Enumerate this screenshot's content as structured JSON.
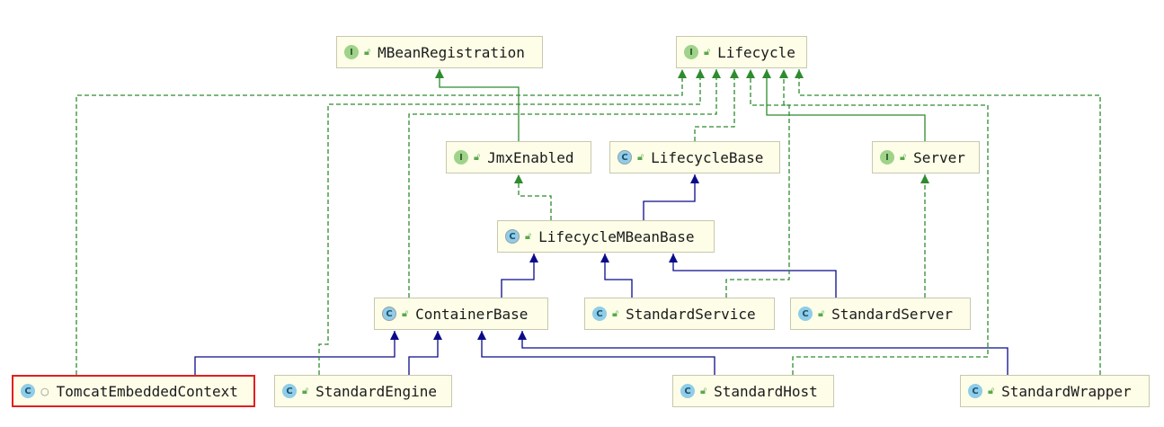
{
  "nodes": [
    {
      "id": "mbean",
      "label": "MBeanRegistration",
      "kind": "interface",
      "kind_letter": "I",
      "visibility": "public"
    },
    {
      "id": "lifecycle",
      "label": "Lifecycle",
      "kind": "interface",
      "kind_letter": "I",
      "visibility": "public"
    },
    {
      "id": "jmx",
      "label": "JmxEnabled",
      "kind": "interface",
      "kind_letter": "I",
      "visibility": "public"
    },
    {
      "id": "lcbase",
      "label": "LifecycleBase",
      "kind": "abstract",
      "kind_letter": "C",
      "visibility": "public"
    },
    {
      "id": "server",
      "label": "Server",
      "kind": "interface",
      "kind_letter": "I",
      "visibility": "public"
    },
    {
      "id": "lcmbean",
      "label": "LifecycleMBeanBase",
      "kind": "abstract",
      "kind_letter": "C",
      "visibility": "public"
    },
    {
      "id": "container",
      "label": "ContainerBase",
      "kind": "abstract",
      "kind_letter": "C",
      "visibility": "public"
    },
    {
      "id": "service",
      "label": "StandardService",
      "kind": "class",
      "kind_letter": "C",
      "visibility": "public"
    },
    {
      "id": "stdserver",
      "label": "StandardServer",
      "kind": "final",
      "kind_letter": "C",
      "visibility": "public"
    },
    {
      "id": "tomcat",
      "label": "TomcatEmbeddedContext",
      "kind": "class",
      "kind_letter": "C",
      "visibility": "package",
      "selected": true
    },
    {
      "id": "engine",
      "label": "StandardEngine",
      "kind": "class",
      "kind_letter": "C",
      "visibility": "public"
    },
    {
      "id": "host",
      "label": "StandardHost",
      "kind": "class",
      "kind_letter": "C",
      "visibility": "public"
    },
    {
      "id": "wrapper",
      "label": "StandardWrapper",
      "kind": "class",
      "kind_letter": "C",
      "visibility": "public"
    }
  ],
  "edges": [
    {
      "from": "jmx",
      "to": "mbean",
      "type": "interface-extends"
    },
    {
      "from": "server",
      "to": "lifecycle",
      "type": "interface-extends"
    },
    {
      "from": "lcbase",
      "to": "lifecycle",
      "type": "implements"
    },
    {
      "from": "lcmbean",
      "to": "jmx",
      "type": "implements"
    },
    {
      "from": "lcmbean",
      "to": "lcbase",
      "type": "extends"
    },
    {
      "from": "container",
      "to": "lcmbean",
      "type": "extends"
    },
    {
      "from": "service",
      "to": "lcmbean",
      "type": "extends"
    },
    {
      "from": "stdserver",
      "to": "lcmbean",
      "type": "extends"
    },
    {
      "from": "stdserver",
      "to": "server",
      "type": "implements"
    },
    {
      "from": "tomcat",
      "to": "container",
      "type": "extends"
    },
    {
      "from": "engine",
      "to": "container",
      "type": "extends"
    },
    {
      "from": "host",
      "to": "container",
      "type": "extends"
    },
    {
      "from": "wrapper",
      "to": "container",
      "type": "extends"
    },
    {
      "from": "tomcat",
      "to": "lifecycle",
      "type": "implements"
    },
    {
      "from": "engine",
      "to": "lifecycle",
      "type": "implements"
    },
    {
      "from": "container",
      "to": "lifecycle",
      "type": "implements"
    },
    {
      "from": "service",
      "to": "lifecycle",
      "type": "implements"
    },
    {
      "from": "host",
      "to": "lifecycle",
      "type": "implements"
    },
    {
      "from": "wrapper",
      "to": "lifecycle",
      "type": "implements"
    }
  ],
  "colors": {
    "extends": "#0b0b8a",
    "implements": "#2e8b2e",
    "interface_extends": "#2e8b2e",
    "node_fill": "#fdfde8",
    "node_border": "#c8c8b0",
    "selected_border": "#e02020"
  },
  "icons": {
    "interface": "interface-icon",
    "class": "class-icon",
    "abstract": "abstract-class-icon",
    "final": "final-class-icon",
    "public": "public-lock-icon",
    "package": "package-private-icon"
  }
}
